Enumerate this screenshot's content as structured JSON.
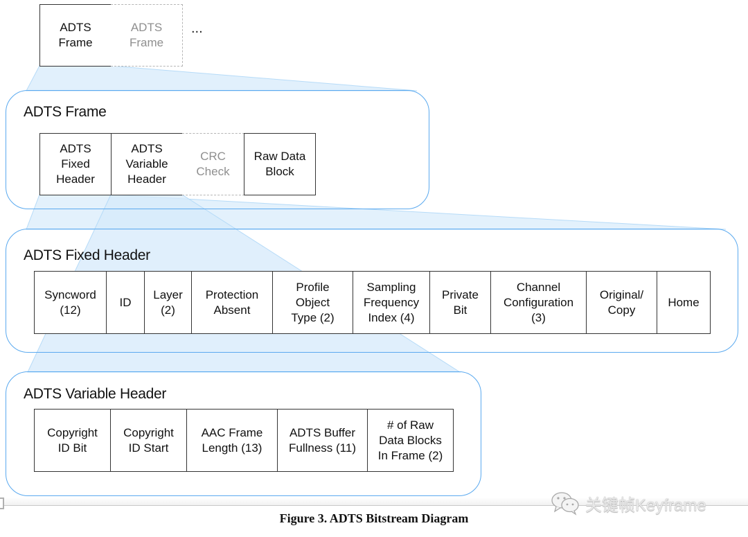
{
  "stream": {
    "frames": [
      {
        "label": "ADTS\nFrame",
        "style": "solid"
      },
      {
        "label": "ADTS\nFrame",
        "style": "dashed"
      }
    ],
    "ellipsis": "..."
  },
  "adts_frame": {
    "title": "ADTS Frame",
    "fields": [
      {
        "label": "ADTS\nFixed\nHeader",
        "style": "solid"
      },
      {
        "label": "ADTS\nVariable\nHeader",
        "style": "solid"
      },
      {
        "label": "CRC\nCheck",
        "style": "dashed"
      },
      {
        "label": "Raw Data\nBlock",
        "style": "solid"
      }
    ]
  },
  "fixed_header": {
    "title": "ADTS Fixed Header",
    "fields": [
      {
        "label": "Syncword\n(12)"
      },
      {
        "label": "ID"
      },
      {
        "label": "Layer\n(2)"
      },
      {
        "label": "Protection\nAbsent"
      },
      {
        "label": "Profile\nObject\nType (2)"
      },
      {
        "label": "Sampling\nFrequency\nIndex (4)"
      },
      {
        "label": "Private\nBit"
      },
      {
        "label": "Channel\nConfiguration\n(3)"
      },
      {
        "label": "Original/\nCopy"
      },
      {
        "label": "Home"
      }
    ]
  },
  "variable_header": {
    "title": "ADTS Variable Header",
    "fields": [
      {
        "label": "Copyright\nID Bit"
      },
      {
        "label": "Copyright\nID Start"
      },
      {
        "label": "AAC Frame\nLength (13)"
      },
      {
        "label": "ADTS Buffer\nFullness (11)"
      },
      {
        "label": "# of Raw\nData Blocks\nIn Frame (2)"
      }
    ]
  },
  "caption": "Figure 3. ADTS Bitstream Diagram",
  "watermark": {
    "icon": "wechat-icon",
    "text": "关键帧Keyframe"
  },
  "colors": {
    "container_border": "#5aa9ef",
    "link_fill": "#dcedfb",
    "link_edge": "#a9d3f7",
    "dashed_text": "#8f8f8f"
  }
}
